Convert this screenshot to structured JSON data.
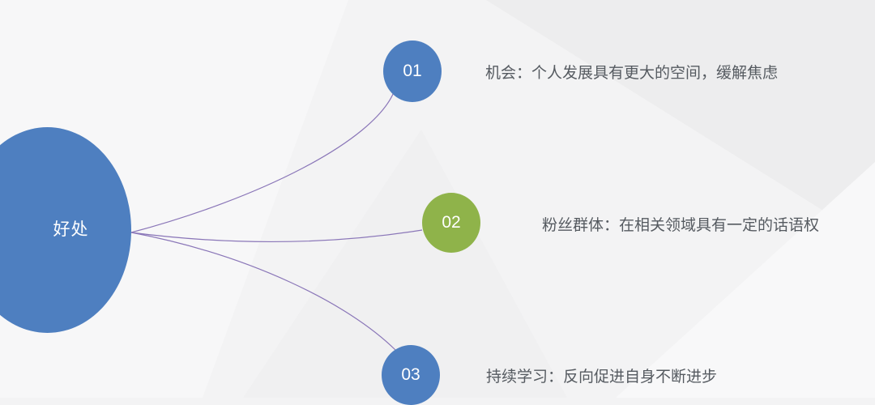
{
  "hub": {
    "label": "好处"
  },
  "branches": [
    {
      "number": "01",
      "text": "机会：个人发展具有更大的空间，缓解焦虑",
      "color": "#4e7fc0"
    },
    {
      "number": "02",
      "text": "粉丝群体：在相关领域具有一定的话语权",
      "color": "#8fb34a"
    },
    {
      "number": "03",
      "text": "持续学习：反向促进自身不断进步",
      "color": "#4e7fc0"
    }
  ],
  "colors": {
    "background": "#f3f3f4",
    "connector": "#8a76b8",
    "text": "#555a60"
  }
}
